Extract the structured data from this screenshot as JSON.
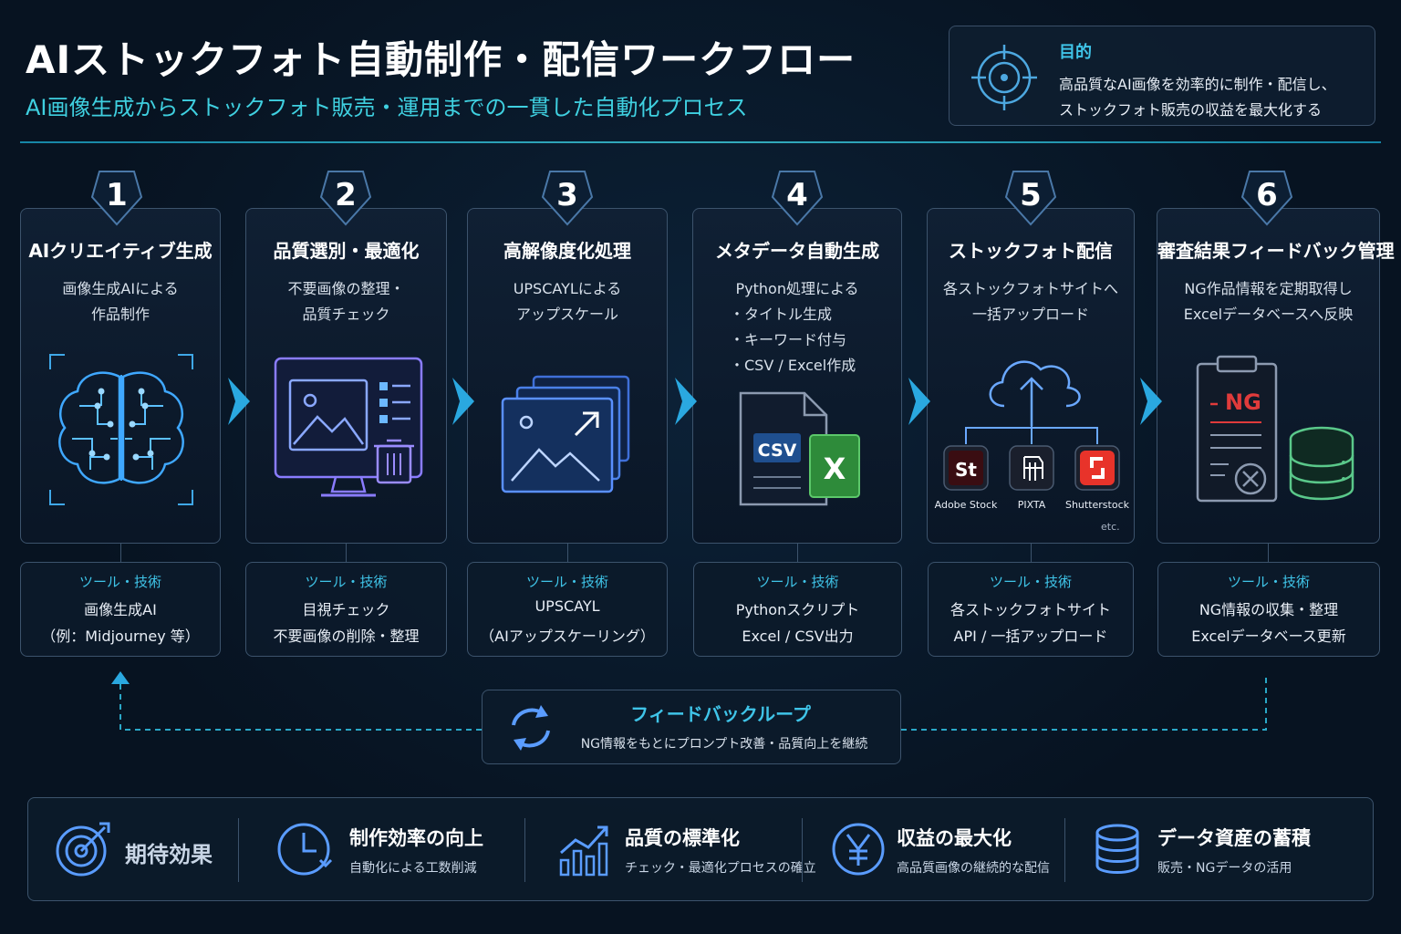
{
  "header": {
    "title": "AIストックフォト自動制作・配信ワークフロー",
    "subtitle": "AI画像生成からストックフォト販売・運用までの一貫した自動化プロセス"
  },
  "goal": {
    "title": "目的",
    "lines": [
      "高品質なAI画像を効率的に制作・配信し、",
      "ストックフォト販売の収益を最大化する"
    ]
  },
  "steps": [
    {
      "number": "1",
      "title": "AIクリエイティブ生成",
      "desc": [
        "画像生成AIによる",
        "作品制作"
      ],
      "icon": "brain-icon"
    },
    {
      "number": "2",
      "title": "品質選別・最適化",
      "desc": [
        "不要画像の整理・",
        "品質チェック"
      ],
      "icon": "monitor-checklist-icon"
    },
    {
      "number": "3",
      "title": "高解像度化処理",
      "desc": [
        "UPSCAYLによる",
        "アップスケール"
      ],
      "icon": "upscale-image-icon"
    },
    {
      "number": "4",
      "title": "メタデータ自動生成",
      "desc": [
        "Python処理による",
        "・タイトル生成",
        "・キーワード付与",
        "・CSV / Excel作成"
      ],
      "icon": "csv-excel-icon",
      "file_labels": [
        "CSV",
        "X"
      ]
    },
    {
      "number": "5",
      "title": "ストックフォト配信",
      "desc": [
        "各ストックフォトサイトへ",
        "一括アップロード"
      ],
      "icon": "cloud-upload-icon",
      "logos": [
        {
          "mark": "St",
          "name": "Adobe Stock"
        },
        {
          "mark": "",
          "name": "PIXTA"
        },
        {
          "mark": "",
          "name": "Shutterstock"
        }
      ],
      "etc": "etc."
    },
    {
      "number": "6",
      "title": "審査結果フィードバック管理",
      "desc": [
        "NG作品情報を定期取得し",
        "Excelデータベースへ反映"
      ],
      "icon": "clipboard-database-icon",
      "ng_label": "NG"
    }
  ],
  "tools": {
    "label": "ツール・技術",
    "items": [
      [
        "画像生成AI",
        "（例：Midjourney 等）"
      ],
      [
        "目視チェック",
        "不要画像の削除・整理"
      ],
      [
        "UPSCAYL",
        "（AIアップスケーリング）"
      ],
      [
        "Pythonスクリプト",
        "Excel / CSV出力"
      ],
      [
        "各ストックフォトサイト",
        "API / 一括アップロード"
      ],
      [
        "NG情報の収集・整理",
        "Excelデータベース更新"
      ]
    ]
  },
  "feedback": {
    "title": "フィードバックループ",
    "desc": "NG情報をもとにプロンプト改善・品質向上を継続"
  },
  "effects": {
    "heading": "期待効果",
    "items": [
      {
        "title": "制作効率の向上",
        "desc": "自動化による工数削減",
        "icon": "clock-icon"
      },
      {
        "title": "品質の標準化",
        "desc": "チェック・最適化プロセスの確立",
        "icon": "growth-chart-icon"
      },
      {
        "title": "収益の最大化",
        "desc": "高品質画像の継続的な配信",
        "icon": "yen-icon"
      },
      {
        "title": "データ資産の蓄積",
        "desc": "販売・NGデータの活用",
        "icon": "database-icon"
      }
    ]
  },
  "colors": {
    "background": "#071321",
    "accent_cyan": "#3fc4e8",
    "card_border": "#3c536c",
    "adobe_stock": "#3a0d12",
    "shutterstock": "#e8332a",
    "excel_green": "#2e8b3a",
    "csv_blue": "#1f4f8f",
    "ng_red": "#e03b3b"
  }
}
